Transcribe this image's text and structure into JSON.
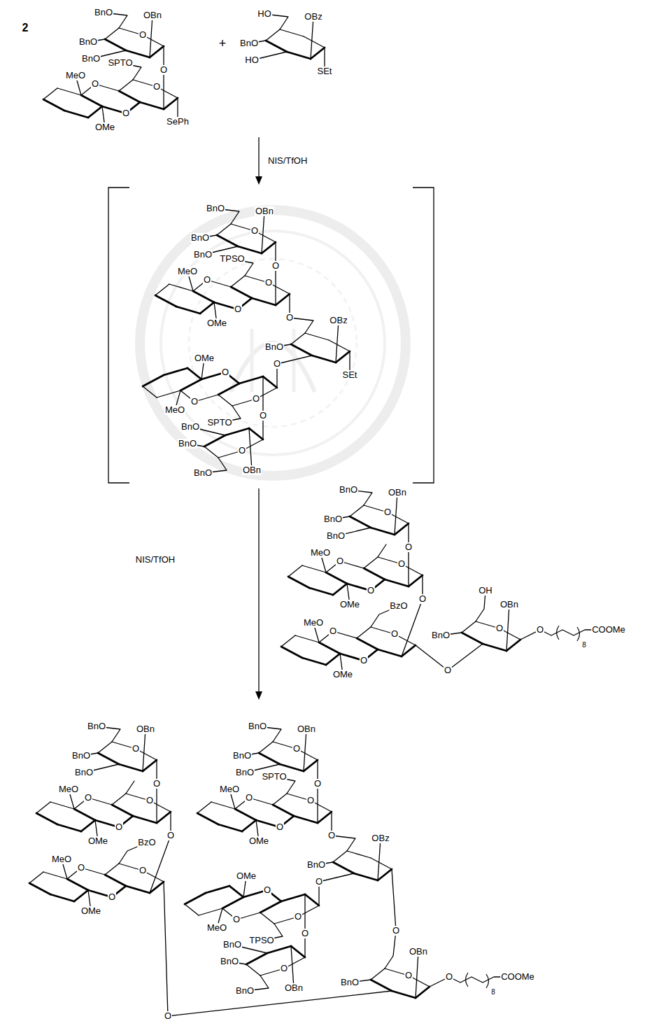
{
  "diagram": {
    "labels": [
      "2",
      "O",
      "BnO",
      "OBn",
      "BnO",
      "BnO",
      "O",
      "O",
      "O",
      "O",
      "MeO",
      "SPTO",
      "OMe",
      "SePh",
      "+",
      "HO",
      "OBz",
      "BnO",
      "HO",
      "SEt",
      "NIS/TfOH",
      "O",
      "BnO",
      "OBn",
      "BnO",
      "BnO",
      "O",
      "O",
      "O",
      "O",
      "MeO",
      "TPSO",
      "OMe",
      "O",
      "OBz",
      "BnO",
      "O",
      "SEt",
      "OMe",
      "O",
      "O",
      "O",
      "MeO",
      "SPTO",
      "O",
      "O",
      "BnO",
      "BnO",
      "BnO",
      "OBn",
      "NIS/TfOH",
      "O",
      "BnO",
      "OBn",
      "BnO",
      "BnO",
      "O",
      "O",
      "O",
      "O",
      "MeO",
      "OMe",
      "O",
      "O",
      "O",
      "O",
      "MeO",
      "BzO",
      "OMe",
      "O",
      "O",
      "OH",
      "OBn",
      "BnO",
      "O",
      "8",
      "COOMe",
      "O",
      "BnO",
      "OBn",
      "BnO",
      "BnO",
      "O",
      "O",
      "O",
      "O",
      "MeO",
      "SPTO",
      "OMe",
      "O",
      "OBz",
      "BnO",
      "O",
      "OMe",
      "O",
      "O",
      "O",
      "MeO",
      "TPSO",
      "O",
      "O",
      "BnO",
      "BnO",
      "BnO",
      "OBn",
      "O",
      "O",
      "BnO",
      "OBn",
      "BnO",
      "BnO",
      "O",
      "O",
      "O",
      "O",
      "MeO",
      "OMe",
      "O",
      "O",
      "O",
      "O",
      "MeO",
      "BzO",
      "OMe",
      "O",
      "O",
      "OBn",
      "BnO",
      "O",
      "8",
      "COOMe"
    ]
  }
}
